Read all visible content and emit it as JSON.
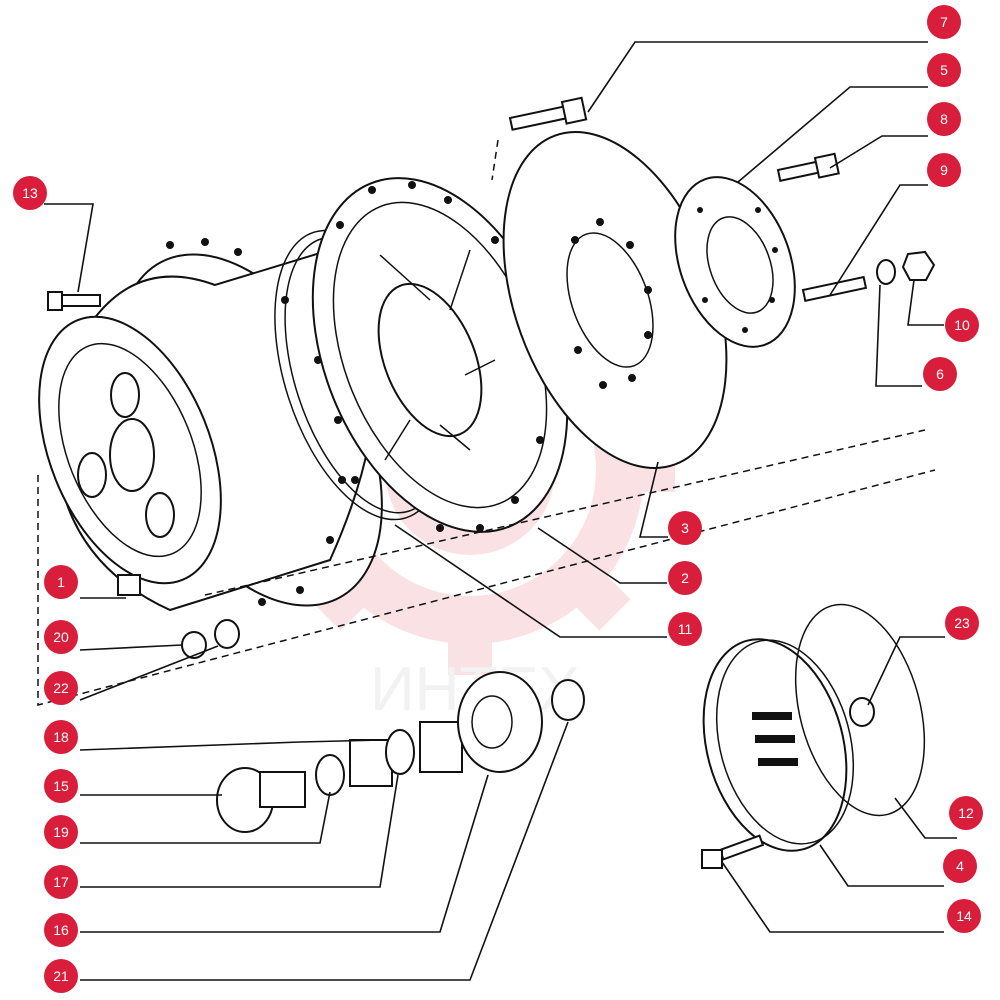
{
  "watermark": {
    "text": "ИНТЕХ",
    "color": "#f5c9cf"
  },
  "colors": {
    "callout_fill": "#d81e3a",
    "callout_text": "#ffffff",
    "line": "#111111"
  },
  "callouts": [
    {
      "id": "7",
      "label": "7"
    },
    {
      "id": "5",
      "label": "5"
    },
    {
      "id": "8",
      "label": "8"
    },
    {
      "id": "9",
      "label": "9"
    },
    {
      "id": "10",
      "label": "10"
    },
    {
      "id": "6",
      "label": "6"
    },
    {
      "id": "13",
      "label": "13"
    },
    {
      "id": "3",
      "label": "3"
    },
    {
      "id": "2",
      "label": "2"
    },
    {
      "id": "11",
      "label": "11"
    },
    {
      "id": "1",
      "label": "1"
    },
    {
      "id": "20",
      "label": "20"
    },
    {
      "id": "22",
      "label": "22"
    },
    {
      "id": "23",
      "label": "23"
    },
    {
      "id": "18",
      "label": "18"
    },
    {
      "id": "15",
      "label": "15"
    },
    {
      "id": "19",
      "label": "19"
    },
    {
      "id": "12",
      "label": "12"
    },
    {
      "id": "17",
      "label": "17"
    },
    {
      "id": "4",
      "label": "4"
    },
    {
      "id": "16",
      "label": "16"
    },
    {
      "id": "14",
      "label": "14"
    },
    {
      "id": "21",
      "label": "21"
    }
  ]
}
